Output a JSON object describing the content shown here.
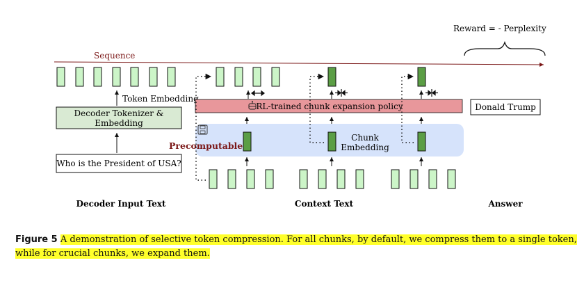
{
  "figure": {
    "reward_label": "Reward = - Perplexity",
    "sequence_label": "Sequence",
    "token_embedding_label": "Token Embedding",
    "decoder_tokenizer_label_line1": "Decoder Tokenizer &",
    "decoder_tokenizer_label_line2": "Embedding",
    "question_text": "Who is the President of USA?",
    "policy_label": "RL-trained chunk expansion policy",
    "chunk_embedding_line1": "Chunk",
    "chunk_embedding_line2": "Embedding",
    "precomputable_label": "Precomputable",
    "answer_box_text": "Donald Trump",
    "section_decoder": "Decoder Input Text",
    "section_context": "Context Text",
    "section_answer": "Answer"
  },
  "colors": {
    "light_green": "#ccf5c8",
    "dark_green": "#5b9e45",
    "policy_red": "#e8979b",
    "precompute_blue": "#d6e3fb",
    "decoder_box": "#d9ead3",
    "sequence_arrow": "#7b1818",
    "highlight": "#ffff2a"
  },
  "icons": {
    "policy_icon": "robot-icon",
    "precompute_icon": "disk-icon"
  },
  "caption": {
    "label": "Figure 5",
    "text": "A demonstration of selective token compression. For all chunks, by default, we compress them to a single token, while for crucial chunks, we expand them."
  }
}
